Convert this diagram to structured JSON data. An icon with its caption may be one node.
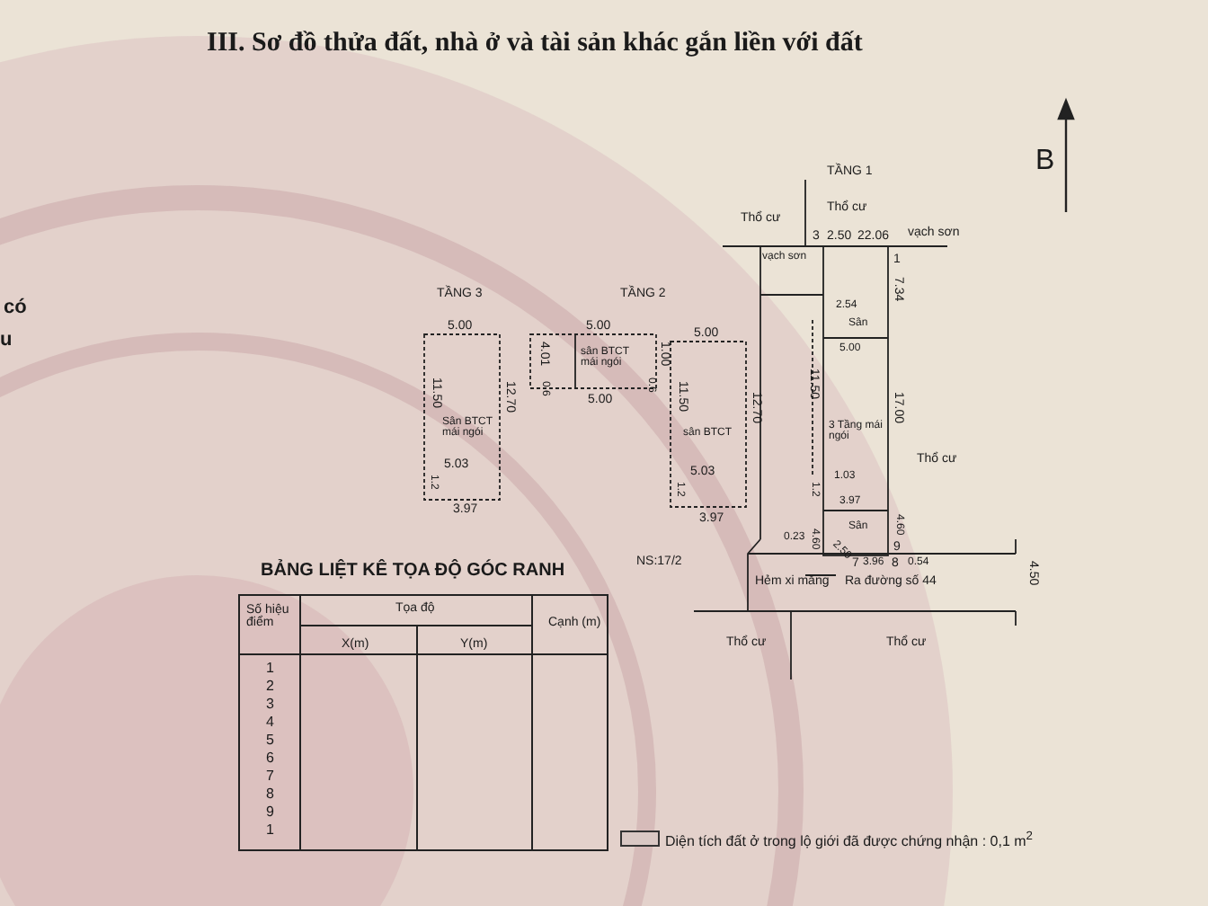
{
  "diagram": {
    "title": "III. Sơ đồ thửa đất, nhà ở và tài sản khác gắn liền với đất",
    "labels": [
      "có",
      "u",
      "TẦNG 3",
      "5.00",
      "11.50",
      "12.70",
      "Sân BTCT mái ngói",
      "5.03",
      "1.2",
      "3.97",
      "TẦNG 2",
      "5.00",
      "4.01",
      "sân BTCT mái ngói",
      "1.00",
      "0.6",
      "0.6",
      "5.00",
      "5.00",
      "11.50",
      "12.70",
      "sân BTCT",
      "5.03",
      "1.2",
      "3.97",
      "TẦNG 1",
      "Thổ cư",
      "Thổ cư",
      "3",
      "2.50",
      "22.06",
      "vạch sơn",
      "vạch sơn",
      "1",
      "2.54",
      "Sân",
      "7.34",
      "5.00",
      "11.50",
      "17.00",
      "3 Tầng mái ngói",
      "Thổ cư",
      "1.03",
      "1.2",
      "3.97",
      "Sân",
      "0.23",
      "4.60",
      "2.50",
      "4.60",
      "9",
      "NS:17/2",
      "7",
      "3.96",
      "8",
      "0.54",
      "Hẻm xi măng",
      "Ra đường số 44",
      "4.50",
      "Thổ cư",
      "Thổ cư",
      "B",
      "BẢNG LIỆT KÊ TỌA ĐỘ GÓC RANH",
      "Số hiệu điểm",
      "Tọa độ",
      "Cạnh (m)",
      "X(m)",
      "Y(m)",
      "1",
      "2",
      "3",
      "4",
      "5",
      "6",
      "7",
      "8",
      "9",
      "1"
    ],
    "legend": [
      {
        "text": "Diện tích đất ở trong lộ giới đã được chứng nhận : 0,1 m$^{2}$"
      }
    ]
  }
}
